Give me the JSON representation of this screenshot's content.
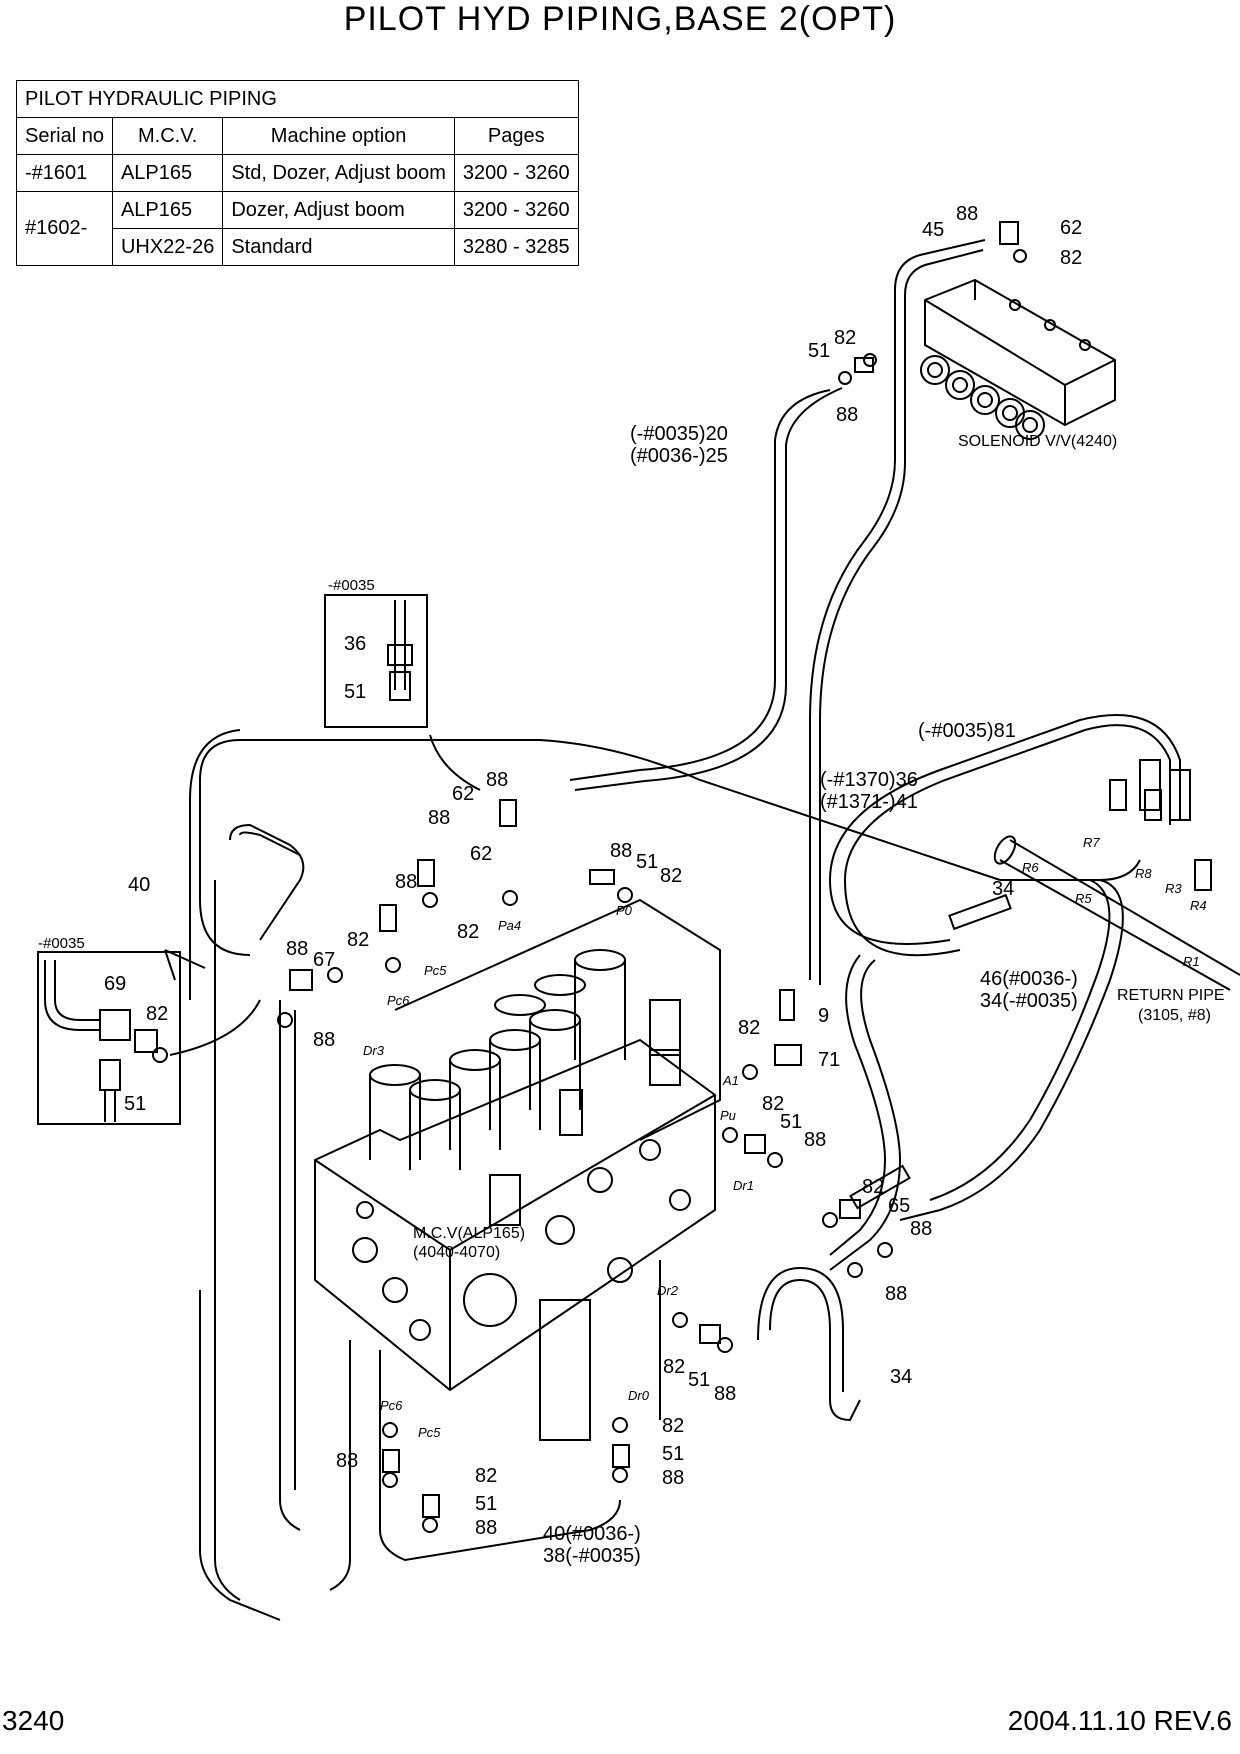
{
  "title": "PILOT HYD PIPING,BASE 2(OPT)",
  "table": {
    "caption": "PILOT HYDRAULIC PIPING",
    "headers": [
      "Serial no",
      "M.C.V.",
      "Machine option",
      "Pages"
    ],
    "rows": [
      {
        "serial": "-#1601",
        "mcv": "ALP165",
        "option": "Std, Dozer, Adjust boom",
        "pages": "3200 - 3260"
      },
      {
        "serial": "#1602-",
        "mcv": "ALP165",
        "option": "Dozer, Adjust boom",
        "pages": "3200 - 3260"
      },
      {
        "serial": "",
        "mcv": "UHX22-26",
        "option": "Standard",
        "pages": "3280 - 3285"
      }
    ]
  },
  "page_number": "3240",
  "revision": "2004.11.10  REV.6",
  "component_labels": {
    "solenoid": "SOLENOID V/V(4240)",
    "mcv_line1": "M.C.V(ALP165)",
    "mcv_line2": "(4040-4070)",
    "return_line1": "RETURN PIPE",
    "return_line2": "(3105, #8)"
  },
  "inset_labels": {
    "top": "-#0035",
    "left": "-#0035"
  },
  "callouts": {
    "c45": "45",
    "c88a": "88",
    "c62a": "62",
    "c82a": "82",
    "c51a": "51",
    "c82b": "82",
    "c88b": "88",
    "pipe20": "(-#0035)20",
    "pipe25": "(#0036-)25",
    "c36": "36",
    "c51b": "51",
    "c62b": "62",
    "c88c": "88",
    "c88d": "88",
    "c62c": "62",
    "c88e": "88",
    "c82c": "82",
    "c40a": "40",
    "c88f": "88",
    "c51c": "51",
    "c82d": "82",
    "pipe81": "(-#0035)81",
    "pipe36": "(-#1370)36",
    "pipe41": "(#1371-)41",
    "c34a": "34",
    "pipe46": "46(#0036-)",
    "pipe34": "34(-#0035)",
    "c69": "69",
    "c82e": "82",
    "c51d": "51",
    "c88g": "88",
    "c67": "67",
    "c82f": "82",
    "c88h": "88",
    "c9": "9",
    "c82g": "82",
    "c71": "71",
    "c82h": "82",
    "c51e": "51",
    "c88i": "88",
    "c82i": "82",
    "c65": "65",
    "c88j": "88",
    "c88k": "88",
    "c34b": "34",
    "c82j": "82",
    "c51f": "51",
    "c88l": "88",
    "c82k": "82",
    "c51g": "51",
    "c88m": "88",
    "c88n": "88",
    "c82l": "82",
    "c51h": "51",
    "c88o": "88",
    "pipe40b": "40(#0036-)",
    "pipe38": "38(-#0035)"
  },
  "port_labels": {
    "pa4": "Pa4",
    "p0": "P0",
    "pc5a": "Pc5",
    "pc6a": "Pc6",
    "dr3": "Dr3",
    "a1": "A1",
    "pu": "Pu",
    "dr1": "Dr1",
    "dr2": "Dr2",
    "dr0": "Dr0",
    "pc6b": "Pc6",
    "pc5b": "Pc5",
    "r1": "R1",
    "r3": "R3",
    "r4": "R4",
    "r5": "R5",
    "r6": "R6",
    "r7": "R7",
    "r8": "R8"
  }
}
